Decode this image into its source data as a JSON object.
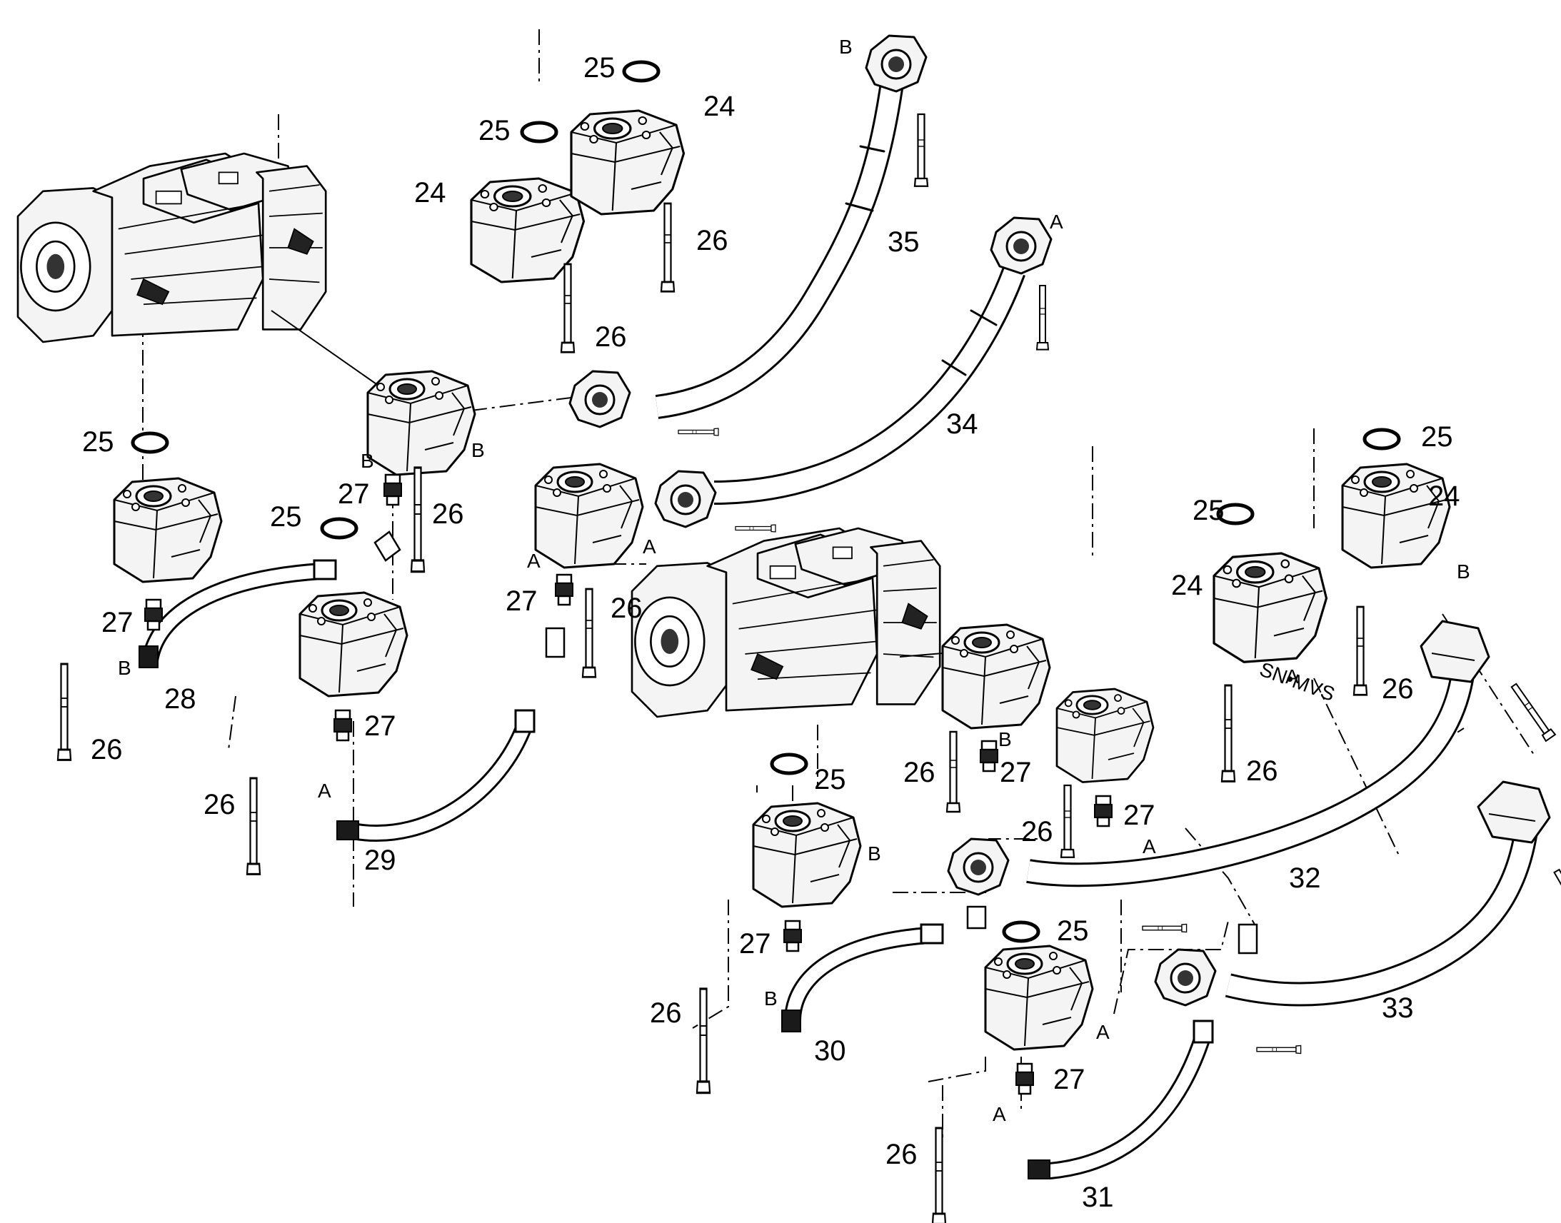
{
  "diagram": {
    "callouts": [
      {
        "id": "c24a",
        "text": "24"
      },
      {
        "id": "c24b",
        "text": "24"
      },
      {
        "id": "c24c",
        "text": "24"
      },
      {
        "id": "c24d",
        "text": "24"
      },
      {
        "id": "c25a",
        "text": "25"
      },
      {
        "id": "c25b",
        "text": "25"
      },
      {
        "id": "c25c",
        "text": "25"
      },
      {
        "id": "c25d",
        "text": "25"
      },
      {
        "id": "c25e",
        "text": "25"
      },
      {
        "id": "c25f",
        "text": "25"
      },
      {
        "id": "c25g",
        "text": "25"
      },
      {
        "id": "c25h",
        "text": "25"
      },
      {
        "id": "c26a",
        "text": "26"
      },
      {
        "id": "c26b",
        "text": "26"
      },
      {
        "id": "c26c",
        "text": "26"
      },
      {
        "id": "c26d",
        "text": "26"
      },
      {
        "id": "c26e",
        "text": "26"
      },
      {
        "id": "c26f",
        "text": "26"
      },
      {
        "id": "c26g",
        "text": "26"
      },
      {
        "id": "c26h",
        "text": "26"
      },
      {
        "id": "c26i",
        "text": "26"
      },
      {
        "id": "c26j",
        "text": "26"
      },
      {
        "id": "c26k",
        "text": "26"
      },
      {
        "id": "c26l",
        "text": "26"
      },
      {
        "id": "c27a",
        "text": "27"
      },
      {
        "id": "c27b",
        "text": "27"
      },
      {
        "id": "c27c",
        "text": "27"
      },
      {
        "id": "c27d",
        "text": "27"
      },
      {
        "id": "c27e",
        "text": "27"
      },
      {
        "id": "c27f",
        "text": "27"
      },
      {
        "id": "c27g",
        "text": "27"
      },
      {
        "id": "c27h",
        "text": "27"
      },
      {
        "id": "c28",
        "text": "28"
      },
      {
        "id": "c29",
        "text": "29"
      },
      {
        "id": "c30",
        "text": "30"
      },
      {
        "id": "c31",
        "text": "31"
      },
      {
        "id": "c32",
        "text": "32"
      },
      {
        "id": "c33",
        "text": "33"
      },
      {
        "id": "c34",
        "text": "34"
      },
      {
        "id": "c35",
        "text": "35"
      }
    ],
    "port_labels": [
      {
        "id": "pB1",
        "text": "B"
      },
      {
        "id": "pA1",
        "text": "A"
      },
      {
        "id": "pB2",
        "text": "B"
      },
      {
        "id": "pB3",
        "text": "B"
      },
      {
        "id": "pB4",
        "text": "B"
      },
      {
        "id": "pA2",
        "text": "A"
      },
      {
        "id": "pA3",
        "text": "A"
      },
      {
        "id": "pA4",
        "text": "A"
      },
      {
        "id": "pB5",
        "text": "B"
      },
      {
        "id": "pA5",
        "text": "A"
      },
      {
        "id": "pB6",
        "text": "B"
      },
      {
        "id": "pA6",
        "text": "A"
      },
      {
        "id": "pB7",
        "text": "B"
      },
      {
        "id": "pB8",
        "text": "B"
      },
      {
        "id": "pA7",
        "text": "A"
      },
      {
        "id": "pA8",
        "text": "A"
      }
    ],
    "stamp_text": "SN•MVS"
  }
}
